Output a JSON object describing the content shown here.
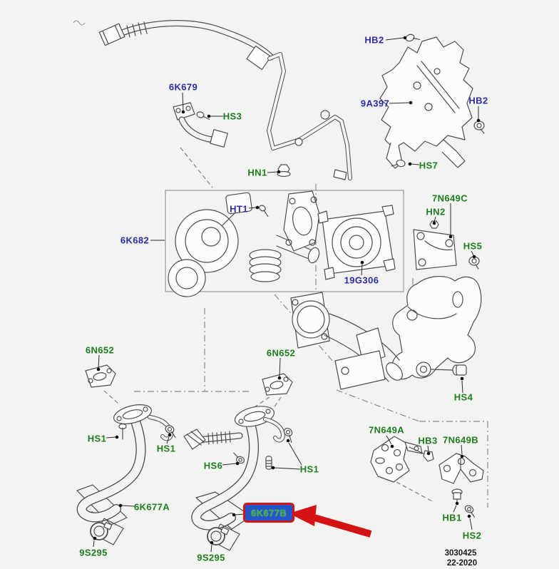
{
  "diagram": {
    "type": "parts-exploded-view",
    "highlighted_part": "6K677B",
    "colors": {
      "label_blue": "#2b2ca6",
      "label_green": "#1e7d1e",
      "highlight_selection_bg": "#2456c8",
      "highlight_border_red": "#d41414",
      "arrow_red": "#d41414",
      "background": "#f3f3f1",
      "line_art": "#4d4d4d"
    },
    "labels": {
      "k6K679": {
        "text": "6K679",
        "color": "blue"
      },
      "hs3": {
        "text": "HS3",
        "color": "green"
      },
      "hb2_top": {
        "text": "HB2",
        "color": "blue"
      },
      "a9A397": {
        "text": "9A397",
        "color": "blue"
      },
      "hb2_right": {
        "text": "HB2",
        "color": "blue"
      },
      "hs7": {
        "text": "HS7",
        "color": "green"
      },
      "hn1": {
        "text": "HN1",
        "color": "green"
      },
      "ht1": {
        "text": "HT1",
        "color": "blue"
      },
      "k6K682": {
        "text": "6K682",
        "color": "blue"
      },
      "g19G306": {
        "text": "19G306",
        "color": "blue"
      },
      "n7N649C": {
        "text": "7N649C",
        "color": "green"
      },
      "hn2": {
        "text": "HN2",
        "color": "green"
      },
      "hs5": {
        "text": "HS5",
        "color": "green"
      },
      "hs4": {
        "text": "HS4",
        "color": "green"
      },
      "n6N652_left": {
        "text": "6N652",
        "color": "green"
      },
      "n6N652_right": {
        "text": "6N652",
        "color": "green"
      },
      "hs1_left": {
        "text": "HS1",
        "color": "green"
      },
      "hs1_mid": {
        "text": "HS1",
        "color": "green"
      },
      "hs1_right": {
        "text": "HS1",
        "color": "green"
      },
      "hs6": {
        "text": "HS6",
        "color": "green"
      },
      "k6K677A": {
        "text": "6K677A",
        "color": "green"
      },
      "k6K677B": {
        "text": "6K677B",
        "color": "green",
        "highlighted": true
      },
      "s9S295_left": {
        "text": "9S295",
        "color": "green"
      },
      "s9S295_right": {
        "text": "9S295",
        "color": "green"
      },
      "n7N649A": {
        "text": "7N649A",
        "color": "green"
      },
      "hb3": {
        "text": "HB3",
        "color": "green"
      },
      "n7N649B": {
        "text": "7N649B",
        "color": "green"
      },
      "hb1": {
        "text": "HB1",
        "color": "green"
      },
      "hs2": {
        "text": "HS2",
        "color": "green"
      }
    },
    "footer": {
      "code": "3030425",
      "date": "22-2020"
    }
  }
}
